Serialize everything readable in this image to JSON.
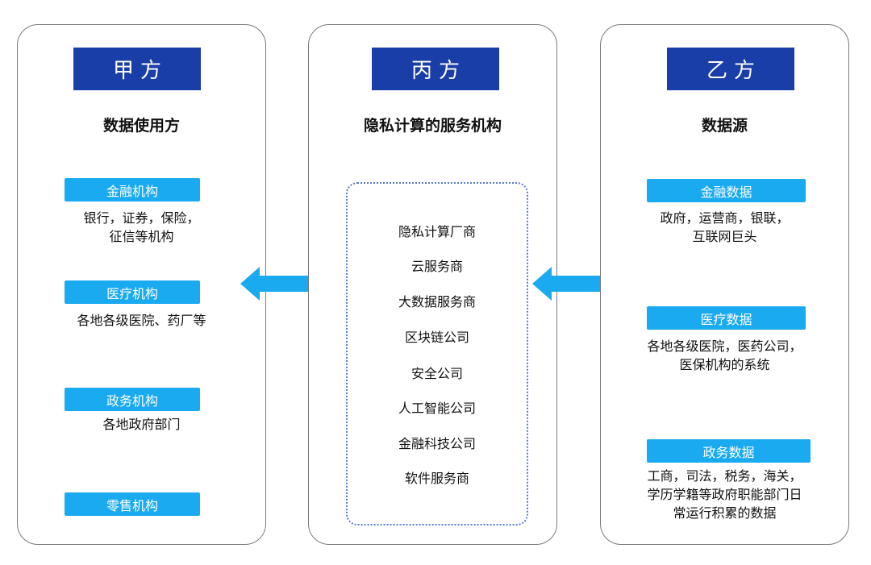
{
  "left": {
    "header": "甲方",
    "title": "数据使用方",
    "categories": [
      {
        "label": "金融机构",
        "desc": [
          "银行，证券，保险，",
          "征信等机构"
        ]
      },
      {
        "label": "医疗机构",
        "desc": [
          "各地各级医院、药厂等"
        ]
      },
      {
        "label": "政务机构",
        "desc": [
          "各地政府部门"
        ]
      },
      {
        "label": "零售机构",
        "desc": []
      }
    ]
  },
  "middle": {
    "header": "丙方",
    "title": "隐私计算的服务机构",
    "services": [
      "隐私计算厂商",
      "云服务商",
      "大数据服务商",
      "区块链公司",
      "安全公司",
      "人工智能公司",
      "金融科技公司",
      "软件服务商"
    ]
  },
  "right": {
    "header": "乙方",
    "title": "数据源",
    "categories": [
      {
        "label": "金融数据",
        "desc": [
          "政府，运营商，银联，",
          "互联网巨头"
        ]
      },
      {
        "label": "医疗数据",
        "desc": [
          "各地各级医院，医药公司，",
          "医保机构的系统"
        ]
      },
      {
        "label": "政务数据",
        "desc": [
          "工商，司法，税务，海关，",
          "学历学籍等政府职能部门日",
          "常运行积累的数据"
        ]
      }
    ]
  },
  "colors": {
    "header_bg": "#1a3ea8",
    "badge_bg": "#1aaaf0",
    "arrow": "#1aaaf0",
    "dotted_border": "#5b7bd0"
  },
  "icons": {
    "left_arrow": "double-arrow-icon",
    "right_arrow": "double-arrow-icon"
  }
}
